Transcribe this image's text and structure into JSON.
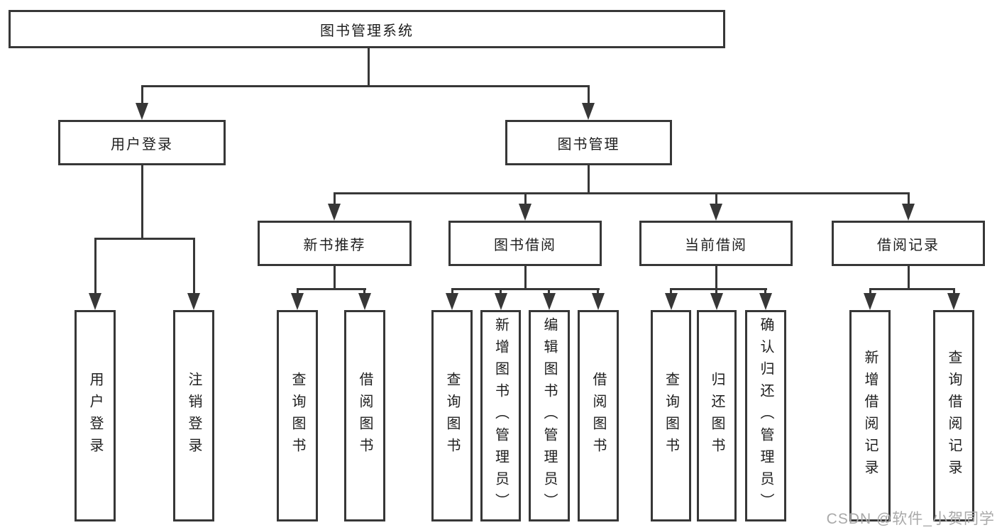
{
  "diagram_type": "hierarchy-tree",
  "colors": {
    "line": "#373737",
    "box_border": "#373737",
    "box_background": "#ffffff",
    "text": "#1e1e1e",
    "watermark": "#a9a9a9",
    "background": "#ffffff"
  },
  "watermark": {
    "text": "CSDN @软件_小贺同学"
  },
  "tree": {
    "label": "图书管理系统",
    "children": [
      {
        "label": "用户登录",
        "children": [
          {
            "label": "用户登录"
          },
          {
            "label": "注销登录"
          }
        ]
      },
      {
        "label": "图书管理",
        "children": [
          {
            "label": "新书推荐",
            "children": [
              {
                "label": "查询图书"
              },
              {
                "label": "借阅图书"
              }
            ]
          },
          {
            "label": "图书借阅",
            "children": [
              {
                "label": "查询图书"
              },
              {
                "label": "新增图书（管理员）"
              },
              {
                "label": "编辑图书（管理员）"
              },
              {
                "label": "借阅图书"
              }
            ]
          },
          {
            "label": "当前借阅",
            "children": [
              {
                "label": "查询图书"
              },
              {
                "label": "归还图书"
              },
              {
                "label": "确认归还（管理员）"
              }
            ]
          },
          {
            "label": "借阅记录",
            "children": [
              {
                "label": "新增借阅记录"
              },
              {
                "label": "查询借阅记录"
              }
            ]
          }
        ]
      }
    ]
  }
}
